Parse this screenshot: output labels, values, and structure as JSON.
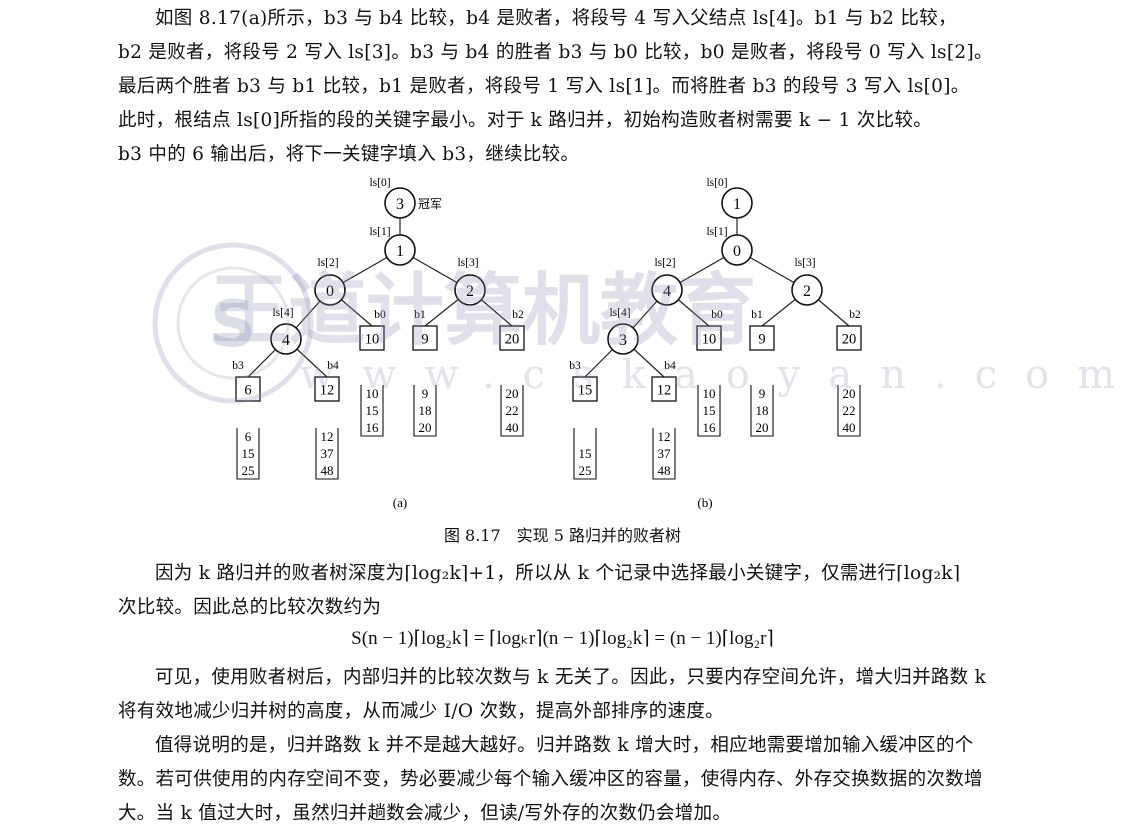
{
  "intro": {
    "lines": [
      "如图 8.17(a)所示，b3 与 b4 比较，b4 是败者，将段号 4 写入父结点 ls[4]。b1 与 b2 比较，",
      "b2 是败者，将段号 2 写入 ls[3]。b3 与 b4 的胜者 b3 与 b0 比较，b0 是败者，将段号 0 写入 ls[2]。",
      "最后两个胜者 b3 与 b1 比较，b1 是败者，将段号 1 写入 ls[1]。而将胜者 b3 的段号 3 写入 ls[0]。",
      "此时，根结点 ls[0]所指的段的关键字最小。对于 k 路归并，初始构造败者树需要 k − 1 次比较。",
      "b3 中的 6 输出后，将下一关键字填入 b3，继续比较。"
    ]
  },
  "figure": {
    "a": {
      "sublabel": "(a)",
      "champion_label": "冠军",
      "nodes": [
        {
          "id": "ls0",
          "label": "ls[0]",
          "value": "3"
        },
        {
          "id": "ls1",
          "label": "ls[1]",
          "value": "1"
        },
        {
          "id": "ls2",
          "label": "ls[2]",
          "value": "0"
        },
        {
          "id": "ls3",
          "label": "ls[3]",
          "value": "2"
        },
        {
          "id": "ls4",
          "label": "ls[4]",
          "value": "4"
        }
      ],
      "leaves": [
        {
          "id": "b0",
          "label": "b0",
          "value": "10",
          "buffer": [
            "10",
            "15",
            "16"
          ]
        },
        {
          "id": "b1",
          "label": "b1",
          "value": "9",
          "buffer": [
            "9",
            "18",
            "20"
          ]
        },
        {
          "id": "b2",
          "label": "b2",
          "value": "20",
          "buffer": [
            "20",
            "22",
            "40"
          ]
        },
        {
          "id": "b3",
          "label": "b3",
          "value": "6",
          "buffer": [
            "6",
            "15",
            "25"
          ]
        },
        {
          "id": "b4",
          "label": "b4",
          "value": "12",
          "buffer": [
            "12",
            "37",
            "48"
          ]
        }
      ]
    },
    "b": {
      "sublabel": "(b)",
      "nodes": [
        {
          "id": "ls0",
          "label": "ls[0]",
          "value": "1"
        },
        {
          "id": "ls1",
          "label": "ls[1]",
          "value": "0"
        },
        {
          "id": "ls2",
          "label": "ls[2]",
          "value": "4"
        },
        {
          "id": "ls3",
          "label": "ls[3]",
          "value": "2"
        },
        {
          "id": "ls4",
          "label": "ls[4]",
          "value": "3"
        }
      ],
      "leaves": [
        {
          "id": "b0",
          "label": "b0",
          "value": "10",
          "buffer": [
            "10",
            "15",
            "16"
          ]
        },
        {
          "id": "b1",
          "label": "b1",
          "value": "9",
          "buffer": [
            "9",
            "18",
            "20"
          ]
        },
        {
          "id": "b2",
          "label": "b2",
          "value": "20",
          "buffer": [
            "20",
            "22",
            "40"
          ]
        },
        {
          "id": "b3",
          "label": "b3",
          "value": "15",
          "buffer": [
            "15",
            "25"
          ]
        },
        {
          "id": "b4",
          "label": "b4",
          "value": "12",
          "buffer": [
            "12",
            "37",
            "48"
          ]
        }
      ]
    },
    "caption": "图 8.17　实现 5 路归并的败者树"
  },
  "body": {
    "p1_line1": "因为 k 路归并的败者树深度为⌈log₂k⌉+1，所以从 k 个记录中选择最小关键字，仅需进行⌈log₂k⌉",
    "p1_line2": "次比较。因此总的比较次数约为",
    "formula": "S(n − 1)⌈log₂k⌉ = ⌈logₖr⌉(n − 1)⌈log₂k⌉ = (n − 1)⌈log₂r⌉",
    "p2": "可见，使用败者树后，内部归并的比较次数与 k 无关了。因此，只要内存空间允许，增大归并路数 k 将有效地减少归并树的高度，从而减少 I/O 次数，提高外部排序的速度。",
    "p3": "值得说明的是，归并路数 k 并不是越大越好。归并路数 k 增大时，相应地需要增加输入缓冲区的个数。若可供使用的内存空间不变，势必要减少每个输入缓冲区的容量，使得内存、外存交换数据的次数增大。当 k 值过大时，虽然归并趟数会减少，但读/写外存的次数仍会增加。"
  },
  "watermark": {
    "brand": "王道计算机教育",
    "url": "www.cskaoyan.com",
    "seal_text": "王道计算机教育",
    "seal_url": "www.cskaoyan.com"
  }
}
